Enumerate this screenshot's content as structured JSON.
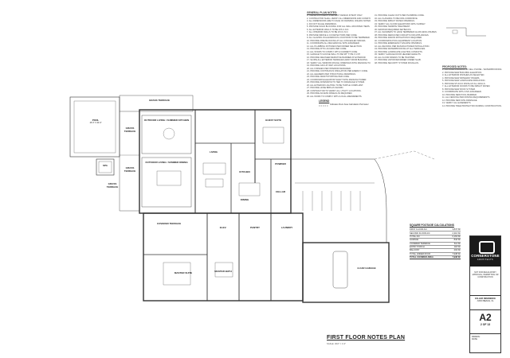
{
  "drawing": {
    "title": "FIRST FLOOR NOTES PLAN",
    "scale": "SCALE: 3/16\" = 1'-0\""
  },
  "rooms": {
    "pool": "POOL",
    "pool_dims": "15'-0\" X 40'-0\"",
    "grass_terrace_1": "GRASS TERRACE",
    "grass_terrace_2": "GRASS TERRACE",
    "grass_terrace_3": "GRASS TERRACE",
    "grass_terrace_4": "GRASS TERRACE",
    "spa": "SPA",
    "outdoor_living_1": "OUTDOOR LIVING / SUMMER KITCHEN",
    "outdoor_living_2": "OUTDOOR LIVING / SUMMER DINING",
    "living": "LIVING",
    "kitchen": "KITCHEN",
    "dining": "DINING",
    "guest_suite": "GUEST SUITE",
    "powder": "POWDER",
    "cellar": "CELLAR",
    "master_suite": "MASTER SUITE",
    "master_bath": "MASTER BATH",
    "garage": "3-CAR GARAGE",
    "covered_terrace": "COVERED TERRACE",
    "pantry": "PANTRY",
    "laundry": "LAUNDRY",
    "elevator": "ELEV."
  },
  "notes": {
    "general_heading": "GENERAL PLAN NOTES:",
    "proposed_heading": "PROPOSED NOTES:",
    "legend_heading": "LEGEND",
    "legend_text": "Indicates Floor Area Calculation Perimeter",
    "general_lines": [
      "1. THESE DOCUMENTS REFLECT DESIGN INTENT ONLY.",
      "2. CONTRACTOR SHALL VERIFY ALL DIMENSIONS AND CONDITIONS IN FIELD.",
      "3. ALL DIMENSIONS ARE TO FACE OF FRAMING UNLESS NOTED.",
      "4. DO NOT SCALE DRAWINGS.",
      "5. PROVIDE SOLID BLOCKING FOR ALL WALL MOUNTED ITEMS.",
      "6. ALL EXTERIOR WALLS TO BE 2X6 U.N.O.",
      "7. ALL INTERIOR WALLS TO BE 2X4 U.N.O.",
      "8. PROVIDE SMOKE & CO DETECTORS PER CODE.",
      "9. ALL GLAZING IN HAZARDOUS LOCATIONS TO BE TEMPERED.",
      "10. PROVIDE FIRE BLOCKING AT ALL CONCEALED SPACES.",
      "11. COORDINATE ALL MECHANICAL WITH ENGINEER.",
      "12. ALL PLUMBING FIXTURES PER OWNER SELECTION.",
      "13. PROVIDE ATTIC ACCESS PER CODE.",
      "14. ALL STAIRS TO COMPLY WITH CURRENT CODE.",
      "15. GARAGE TO HOUSE WALL TO BE 5/8\" TYPE X GYP.",
      "16. PROVIDE WEATHER RESISTIVE BARRIER AT EXTERIOR.",
      "17. SLOPE ALL EXTERIOR TERRACES AWAY FROM BUILDING.",
      "18. VERIFY ALL WINDOW ROUGH OPENINGS WITH MANUFACTURER.",
      "19. PROVIDE GFCI AT WET LOCATIONS.",
      "20. ALL FINISHES PER INTERIOR DESIGNER.",
      "21. PROVIDE CONTINUOUS INSULATION PER ENERGY CODE.",
      "22. ALL HEADERS PER STRUCTURAL DRAWINGS.",
      "23. PROVIDE DRAFTSTOPPING PER CODE.",
      "24. COORDINATE ELEVATOR SHAFT WITH MANUFACTURER.",
      "25. PROVIDE DOWNSPOUTS TIED TO DRAINAGE SYSTEM.",
      "26. ALL EXTERIOR LIGHTING TO BE TURTLE COMPLIANT.",
      "27. PROVIDE HOSE BIBS AS SHOWN.",
      "28. CONTRACTOR TO VERIFY ALL UTILITY LOCATIONS.",
      "29. PROVIDE ACCESS PANELS AS REQUIRED.",
      "30. ALL WORK TO COMPLY WITH LOCAL AMENDMENTS."
    ],
    "general_lines_b": [
      "31. PROVIDE CLEAN OUTS PER PLUMBING CODE.",
      "32. ALL FLASHING TO BE NON-CORROSIVE.",
      "33. PROVIDE IMPACT RATED OPENINGS.",
      "34. VERIFY ALL FLOOR ELEVATIONS WITH SURVEY.",
      "35. PROVIDE TERMITE TREATMENT.",
      "36. MAINTAIN REQUIRED SETBACKS.",
      "37. ALL SHOWERS TO HAVE TEMPERED GLASS ENCLOSURES.",
      "38. PROVIDE DEDICATED CIRCUITS FOR APPLIANCES.",
      "39. PROVIDE RADON MITIGATION IF REQUIRED.",
      "40. COORDINATE POOL EQUIPMENT LOCATION.",
      "41. PROVIDE EMERGENCY ESCAPE OPENINGS.",
      "42. ALL DECKING PER MANUFACTURER INSTALLATION.",
      "43. PROVIDE WATERPROOFING AT ALL TERRACES.",
      "44. PROVIDE LANDSCAPE LIGHTING CONDUITS.",
      "45. VERIFY GARAGE DOOR HEADER HEIGHTS.",
      "46. ALL FLOOR DRAINS TO BE TRAPPED.",
      "47. PROVIDE VAPOR RETARDER UNDER SLAB.",
      "48. PROVIDE SECURITY SYSTEM ROUGH-IN."
    ],
    "proposed_lines": [
      "1. PROVIDE OPENINGS IN CELL PHONE - WATERPROOFING FLASHING.",
      "2. PROVIDE NEW BUILDING ELEVATION.",
      "3. ALL EXTERIOR FINISHES AS SELECTED.",
      "4. PROVIDE NEW DRIVEWAY PAVERS.",
      "5. PROVIDE NEW LANDSCAPE IRRIGATION.",
      "6. PROVIDE STUCCO FINISH AT ALL WALLS.",
      "7. ALL EXTERIOR DOORS TO BE IMPACT RATED.",
      "8. PROVIDE NEW ROOF SYSTEM.",
      "9. COORDINATE WITH CIVIL ENGINEER.",
      "10. PROVIDE NEW POOL BARRIER.",
      "11. ALL FENCING PER ZONING REQUIREMENTS.",
      "12. PROVIDE NEW SITE DRAINAGE.",
      "13. VERIFY ALL EASEMENTS.",
      "14. PROVIDE TREE PROTECTION DURING CONSTRUCTION."
    ]
  },
  "sqft": {
    "title": "SQUARE FOOTAGE CALCULATIONS",
    "rows": [
      {
        "label": "FIRST FLOOR A/C",
        "value": "3,847 SF"
      },
      {
        "label": "SECOND FLOOR A/C",
        "value": "2,316 SF"
      },
      {
        "label": "TOTAL A/C",
        "value": "6,163 SF"
      },
      {
        "label": "GARAGE",
        "value": "842 SF"
      },
      {
        "label": "COVERED TERRACE",
        "value": "611 SF"
      },
      {
        "label": "ENTRY PORCH",
        "value": "118 SF"
      },
      {
        "label": "BALCONY",
        "value": "204 SF"
      },
      {
        "label": "TOTAL UNDER ROOF",
        "value": "7,938 SF"
      }
    ],
    "total_label": "TOTAL COVERED AREA",
    "total_value": "7,938 SF"
  },
  "title_block": {
    "firm": "CORNERSTONE",
    "firm_sub": "ARCHITECTS",
    "stamp_note": "NOT FOR REGULATORY APPROVAL, PERMITTING OR CONSTRUCTION",
    "project": "FALLER RESIDENCE",
    "project_addr": "JUNO BEACH, FL",
    "sheet_number": "A2",
    "sheet_of": "2 OF 13",
    "drawn_label": "DRAWN:",
    "date_label": "DATE:"
  }
}
